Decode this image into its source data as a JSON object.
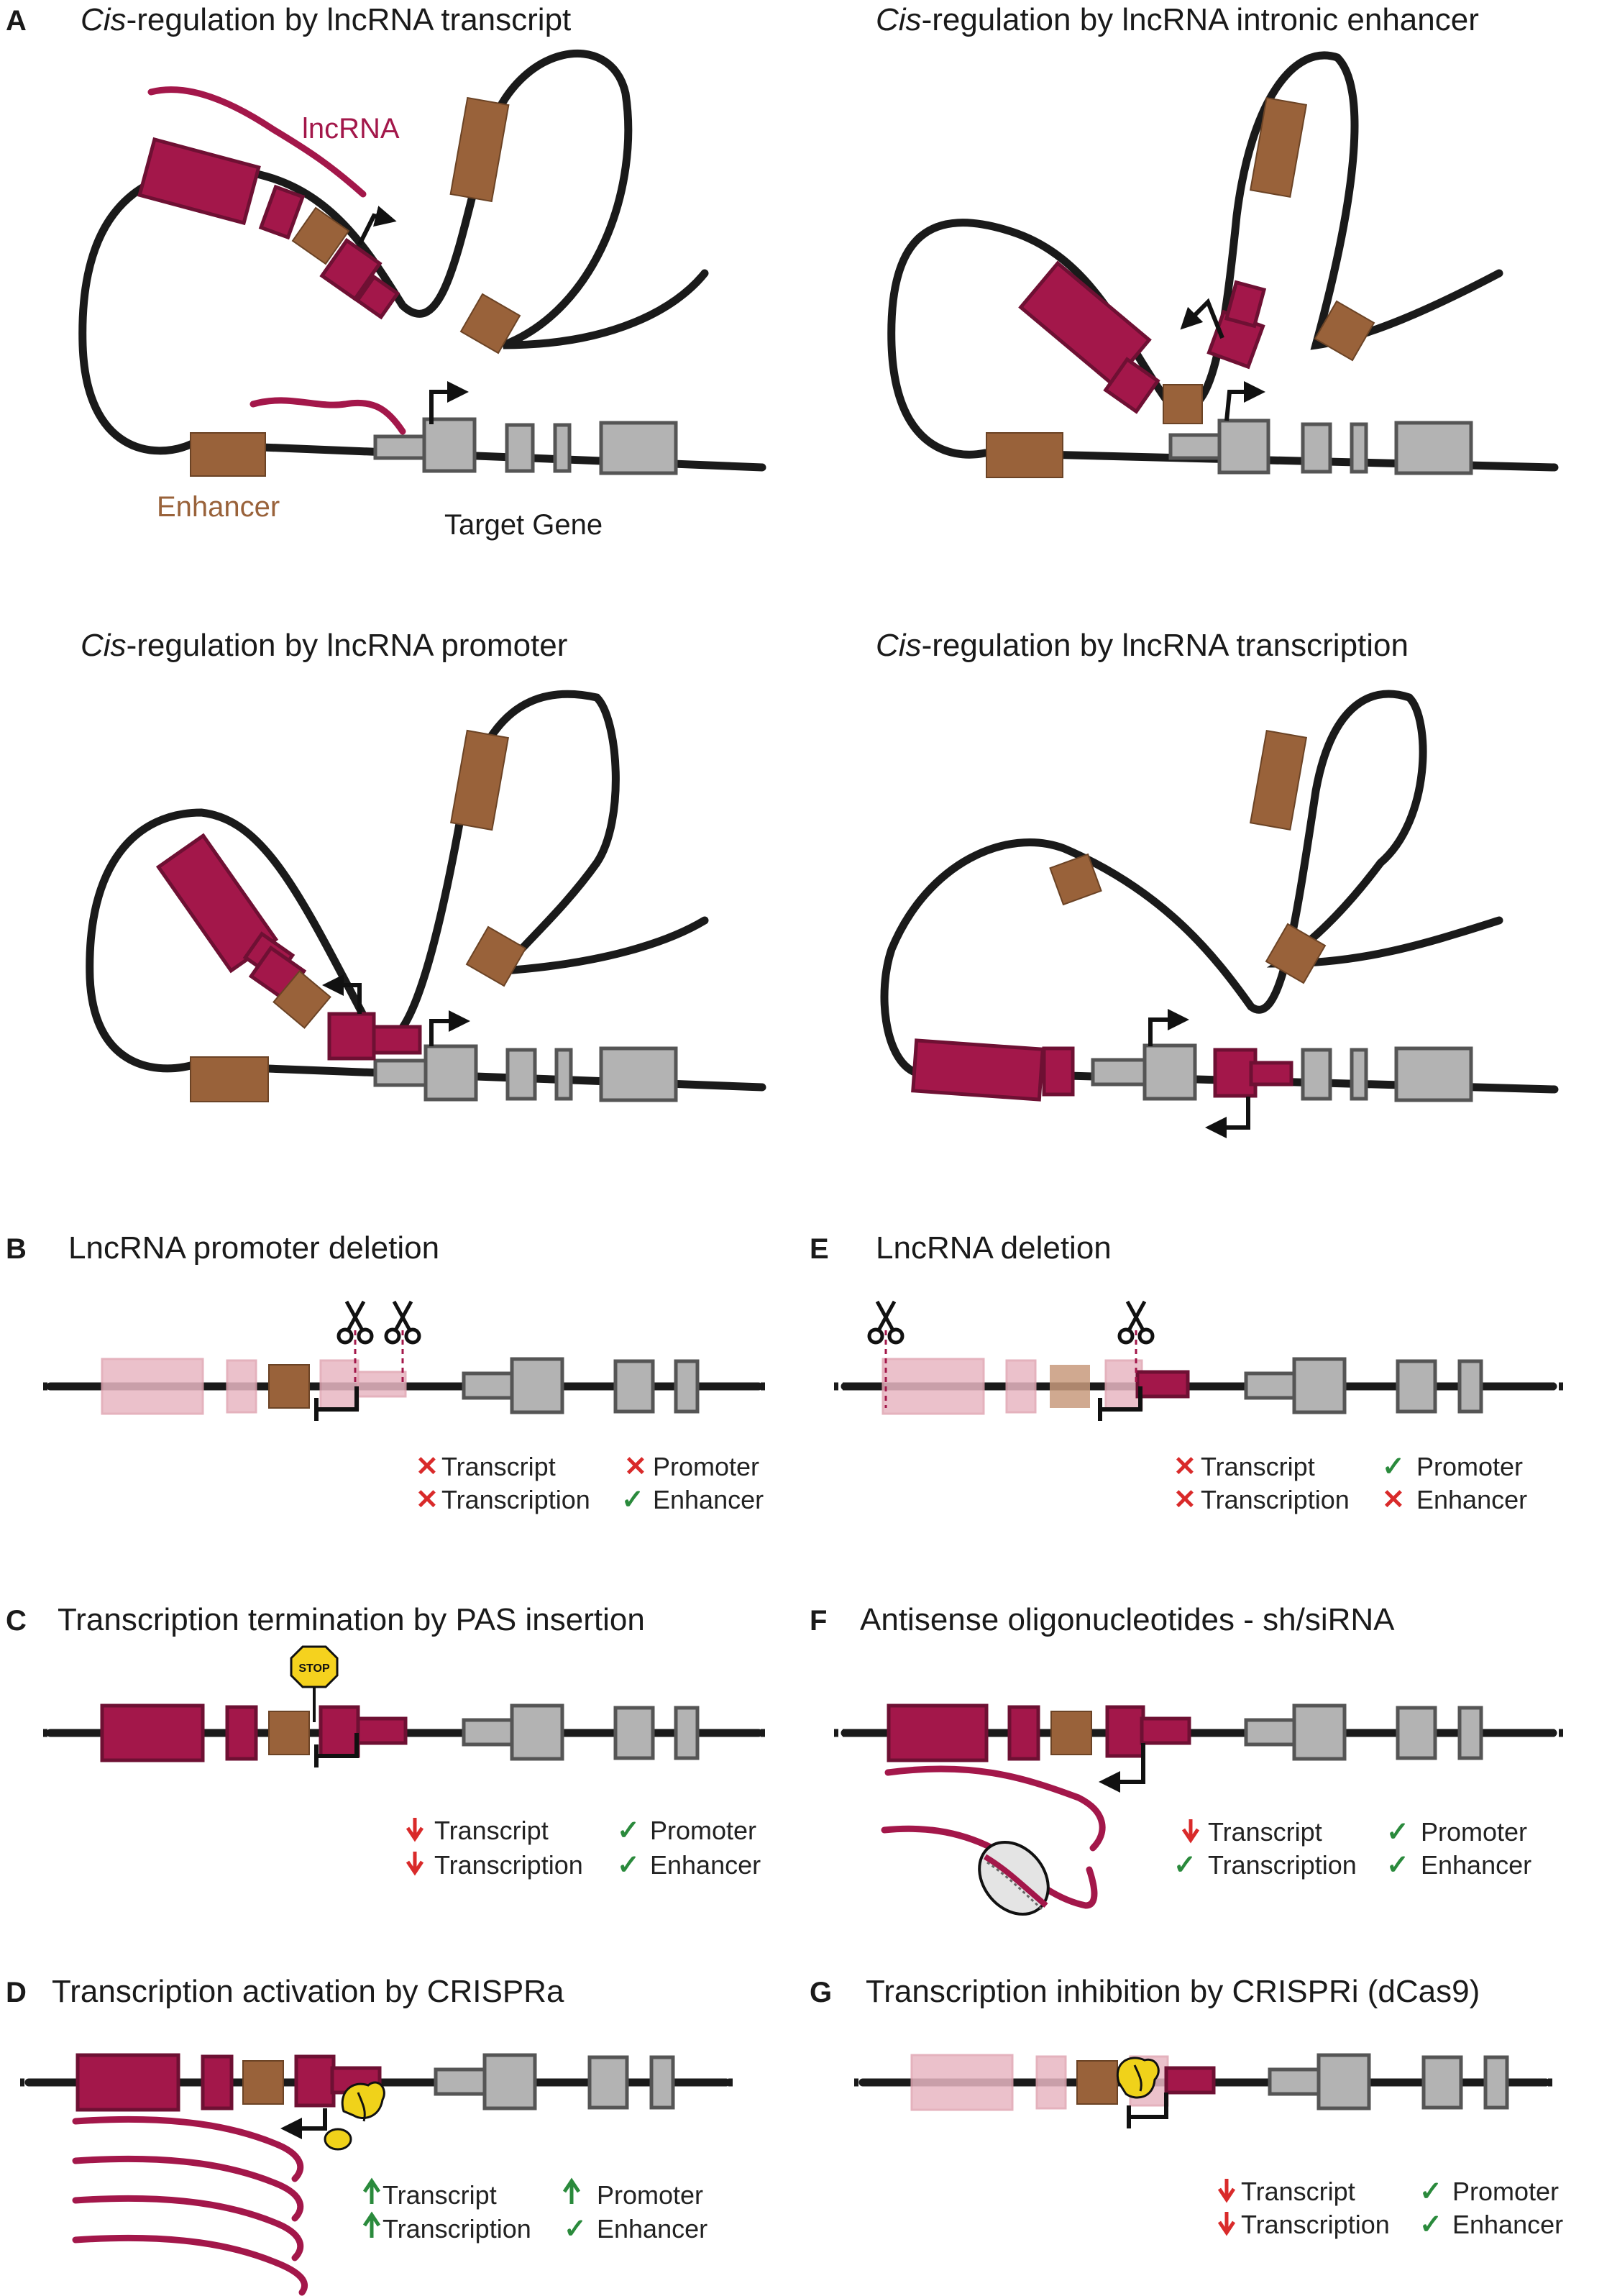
{
  "panel_letters": {
    "a": "A",
    "b": "B",
    "c": "C",
    "d": "D",
    "e": "E",
    "f": "F",
    "g": "G"
  },
  "titles": {
    "a1_italic": "Cis",
    "a1_rest": "-regulation by lncRNA transcript",
    "a2_italic": "Cis",
    "a2_rest": "-regulation by lncRNA intronic enhancer",
    "a3_italic": "Cis",
    "a3_rest": "-regulation by lncRNA promoter",
    "a4_italic": "Cis",
    "a4_rest": "-regulation by lncRNA transcription",
    "b": "LncRNA promoter deletion",
    "c": "Transcription termination by PAS insertion",
    "d": "Transcription activation by CRISPRa",
    "e": "LncRNA deletion",
    "f": "Antisense oligonucleotides - sh/siRNA",
    "g": "Transcription inhibition by CRISPRi (dCas9)"
  },
  "labels": {
    "lncrna": "lncRNA",
    "enhancer": "Enhancer",
    "target_gene": "Target Gene",
    "stop": "STOP"
  },
  "effects": {
    "b": {
      "transcript": "Transcript",
      "transcription": "Transcription",
      "promoter": "Promoter",
      "enhancer": "Enhancer"
    },
    "c": {
      "transcript": "Transcript",
      "transcription": "Transcription",
      "promoter": "Promoter",
      "enhancer": "Enhancer"
    },
    "d": {
      "transcript": "Transcript",
      "transcription": "Transcription",
      "promoter": "Promoter",
      "enhancer": "Enhancer"
    },
    "e": {
      "transcript": "Transcript",
      "transcription": "Transcription",
      "promoter": "Promoter",
      "enhancer": "Enhancer"
    },
    "f": {
      "transcript": "Transcript",
      "transcription": "Transcription",
      "promoter": "Promoter",
      "enhancer": "Enhancer"
    },
    "g": {
      "transcript": "Transcript",
      "transcription": "Transcription",
      "promoter": "Promoter",
      "enhancer": "Enhancer"
    }
  },
  "symbols": {
    "cross": "✕",
    "check": "✓"
  },
  "colors": {
    "lncrna": "#a3174a",
    "lncrna_dark": "#6e1033",
    "enhancer": "#99623a",
    "enhancer_dark": "#6b4325",
    "gene": "#b3b3b3",
    "gene_dark": "#555555",
    "dna": "#1a1a1a",
    "deleted": "#e7b9c3",
    "cross": "#d92a2a",
    "check": "#2a8a3c",
    "up": "#2a8a3c",
    "down": "#d92a2a",
    "stop": "#f5d21e",
    "cas": "#f0d21a"
  }
}
